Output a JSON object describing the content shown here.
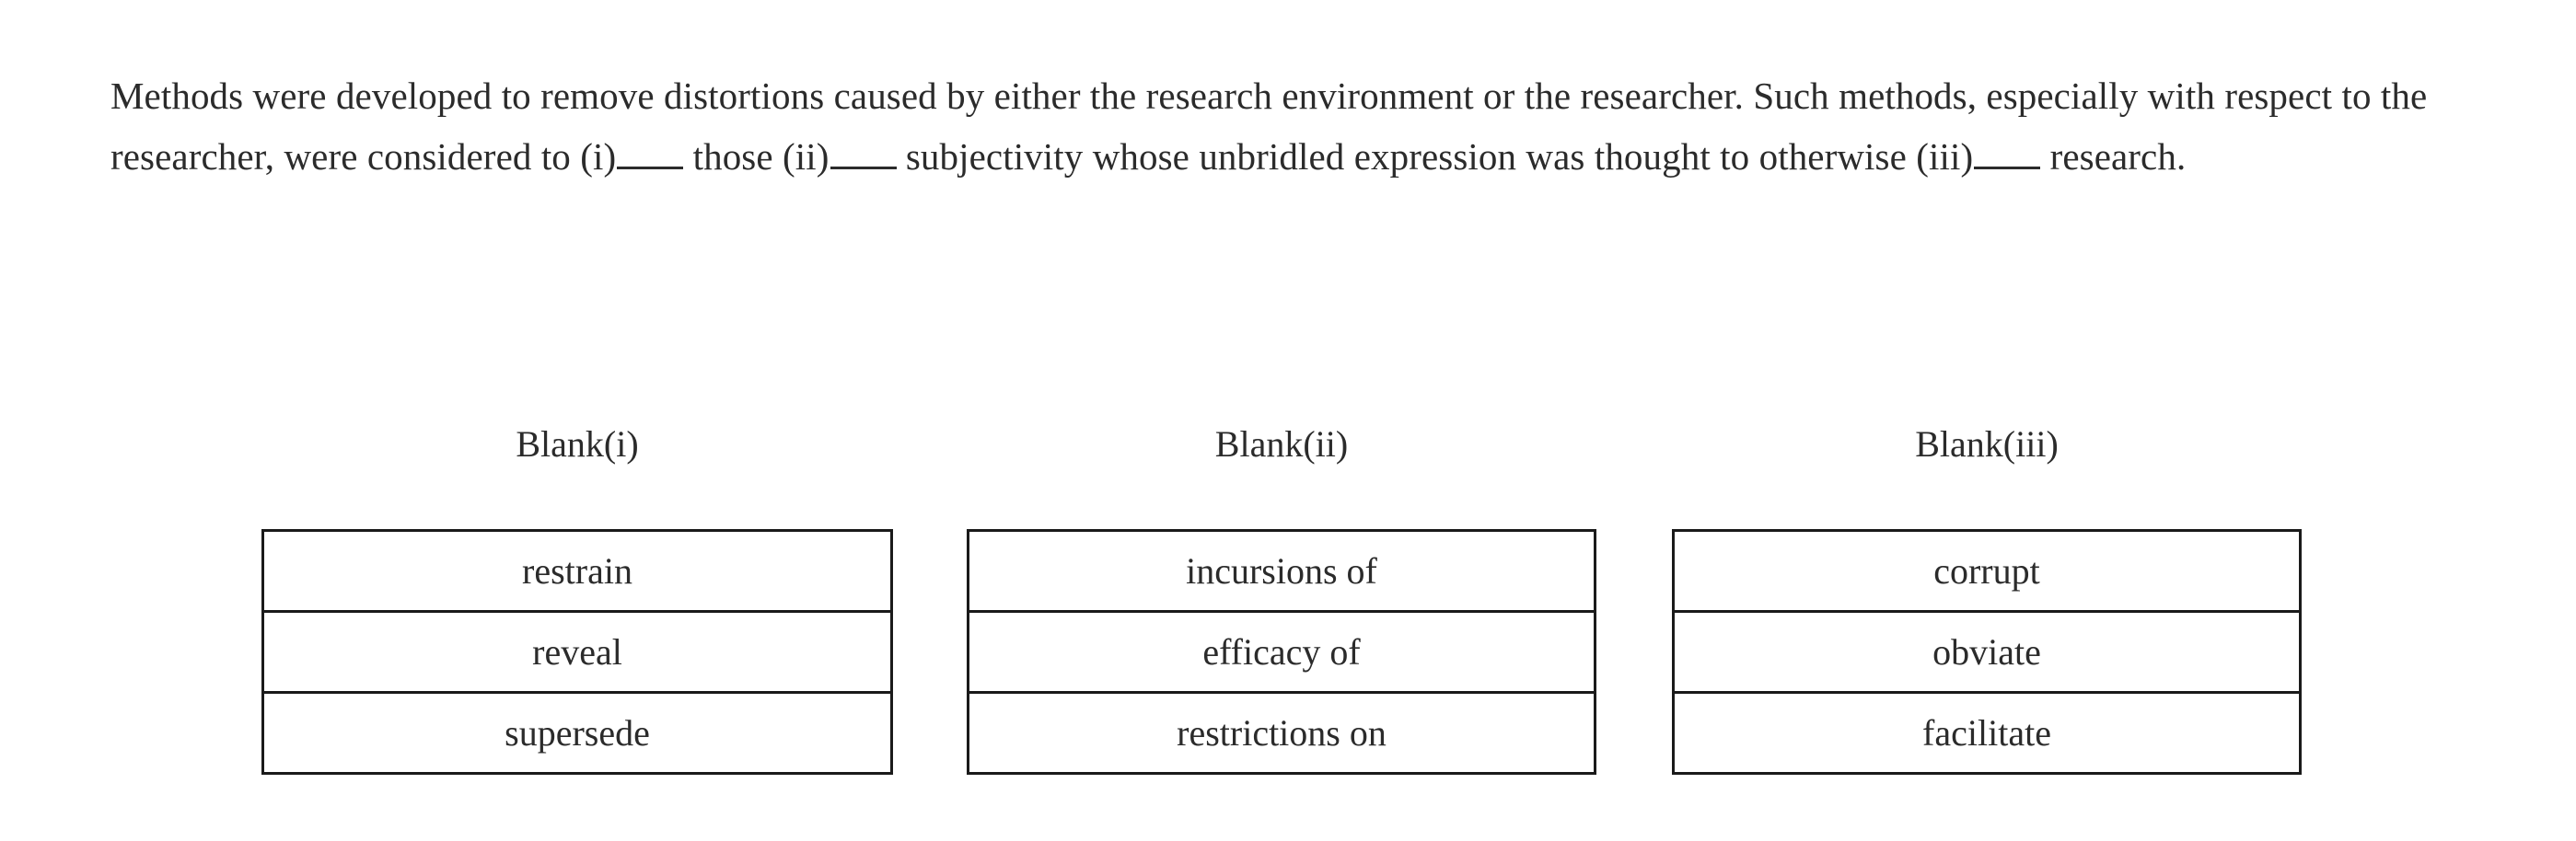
{
  "question": {
    "prompt_segments": [
      {
        "type": "text",
        "value": "Methods were developed to remove distortions caused by either the research environment or the researcher. Such methods, especially with respect to the researcher, were considered to "
      },
      {
        "type": "blank",
        "label": "(i)"
      },
      {
        "type": "text",
        "value": " those "
      },
      {
        "type": "blank",
        "label": "(ii)"
      },
      {
        "type": "text",
        "value": " subjectivity whose unbridled expression was thought to otherwise "
      },
      {
        "type": "blank",
        "label": "(iii)"
      },
      {
        "type": "text",
        "value": " research."
      }
    ],
    "prompt_full": "Methods were developed to remove distortions caused by either the research environment or the researcher. Such methods, especially with respect to the researcher, were considered to (i)_____ those (ii)_____ subjectivity whose unbridled expression was thought to otherwise (iii)_____ research."
  },
  "answer_columns": [
    {
      "header": "Blank(i)",
      "options": [
        "restrain",
        "reveal",
        "supersede"
      ]
    },
    {
      "header": "Blank(ii)",
      "options": [
        "incursions of",
        "efficacy of",
        "restrictions on"
      ]
    },
    {
      "header": "Blank(iii)",
      "options": [
        "corrupt",
        "obviate",
        "facilitate"
      ]
    }
  ],
  "colors": {
    "background": "#ffffff",
    "text": "#2b2b2b",
    "border": "#1a1a1a"
  }
}
